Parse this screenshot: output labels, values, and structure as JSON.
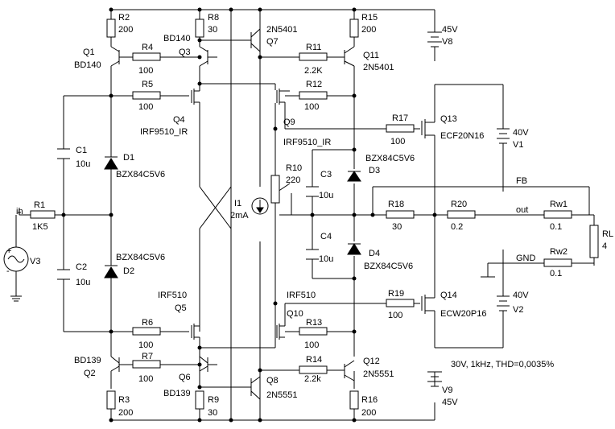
{
  "labels": {
    "r2": "R2",
    "r2v": "200",
    "r8": "R8",
    "r8v": "30",
    "q7n": "2N5401",
    "q7": "Q7",
    "r15": "R15",
    "r15v": "200",
    "v8v": "45V",
    "v8": "V8",
    "q1": "Q1",
    "q1t": "BD140",
    "r4": "R4",
    "r4v": "100",
    "bd140q3": "BD140",
    "q3": "Q3",
    "r11": "R11",
    "r11v": "2.2K",
    "q11": "Q11",
    "q11t": "2N5401",
    "r5": "R5",
    "r5v": "100",
    "r12": "R12",
    "r12v": "100",
    "q4": "Q4",
    "q4t": "IRF9510_IR",
    "q9": "Q9",
    "q9t": "IRF9510_IR",
    "r17": "R17",
    "r17v": "100",
    "q13": "Q13",
    "q13t": "ECF20N16",
    "v1v": "40V",
    "v1": "V1",
    "c1": "C1",
    "c1v": "10u",
    "d1": "D1",
    "d1t": "BZX84C5V6",
    "d3t": "BZX84C5V6",
    "d3": "D3",
    "r10": "R10",
    "r10v": "220",
    "c3": "C3",
    "c3v": "10u",
    "fb": "FB",
    "i1": "I1",
    "i1v": "2mA",
    "in": "in",
    "r1": "R1",
    "r1v": "1K5",
    "r18": "R18",
    "r18v": "30",
    "r20": "R20",
    "r20v": "0.2",
    "out": "out",
    "rw1": "Rw1",
    "rw1v": "0.1",
    "rl": "RL",
    "rlv": "4",
    "v3": "V3",
    "c2": "C2",
    "c2v": "10u",
    "c4": "C4",
    "c4v": "10u",
    "d2t": "BZX84C5V6",
    "d2": "D2",
    "d4": "D4",
    "d4t": "BZX84C5V6",
    "gnd": "GND",
    "rw2": "Rw2",
    "rw2v": "0.1",
    "q5t": "IRF510",
    "q5": "Q5",
    "q10t": "IRF510",
    "q10": "Q10",
    "r19": "R19",
    "r19v": "100",
    "q14": "Q14",
    "q14t": "ECW20P16",
    "v2v": "40V",
    "v2": "V2",
    "r6": "R6",
    "r6v": "100",
    "r13": "R13",
    "r13v": "100",
    "q2t": "BD139",
    "q2": "Q2",
    "r7": "R7",
    "r7v": "100",
    "r14": "R14",
    "r14v": "2.2k",
    "q12": "Q12",
    "q12t": "2N5551",
    "note": "30V, 1kHz, THD=0,0035%",
    "q6": "Q6",
    "q6t": "BD139",
    "q8": "Q8",
    "q8t": "2N5551",
    "r9": "R9",
    "r9v": "30",
    "r16": "R16",
    "r16v": "200",
    "v9": "V9",
    "v9v": "45V",
    "plus": "+",
    "minus": "-"
  }
}
